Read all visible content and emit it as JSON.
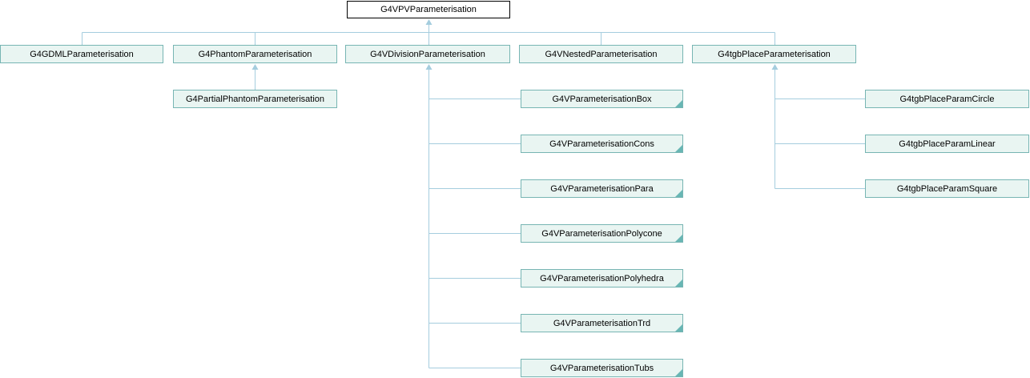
{
  "colors": {
    "edge": "#a5cdde",
    "node-border": "#77b5b3",
    "node-fill": "#e9f5f2",
    "fold": "#68b6b4",
    "root-border": "#000000",
    "root-fill": "#ffffff",
    "text": "#000000",
    "background": "#ffffff"
  },
  "diagram_type": "class-inheritance-graph",
  "nodes": {
    "root": {
      "label": "G4VPVParameterisation"
    },
    "gdml": {
      "label": "G4GDMLParameterisation"
    },
    "phantom": {
      "label": "G4PhantomParameterisation"
    },
    "division": {
      "label": "G4VDivisionParameterisation"
    },
    "nested": {
      "label": "G4VNestedParameterisation"
    },
    "tgbplace": {
      "label": "G4tgbPlaceParameterisation"
    },
    "partialphantom": {
      "label": "G4PartialPhantomParameterisation"
    },
    "pbox": {
      "label": "G4VParameterisationBox"
    },
    "pcons": {
      "label": "G4VParameterisationCons"
    },
    "ppara": {
      "label": "G4VParameterisationPara"
    },
    "ppolycone": {
      "label": "G4VParameterisationPolycone"
    },
    "ppolyhedra": {
      "label": "G4VParameterisationPolyhedra"
    },
    "ptrd": {
      "label": "G4VParameterisationTrd"
    },
    "ptubs": {
      "label": "G4VParameterisationTubs"
    },
    "tgbcircle": {
      "label": "G4tgbPlaceParamCircle"
    },
    "tgblinear": {
      "label": "G4tgbPlaceParamLinear"
    },
    "tgbsquare": {
      "label": "G4tgbPlaceParamSquare"
    }
  },
  "hierarchy": {
    "G4VPVParameterisation": [
      "G4GDMLParameterisation",
      "G4PhantomParameterisation",
      "G4VDivisionParameterisation",
      "G4VNestedParameterisation",
      "G4tgbPlaceParameterisation"
    ],
    "G4PhantomParameterisation": [
      "G4PartialPhantomParameterisation"
    ],
    "G4VDivisionParameterisation": [
      "G4VParameterisationBox",
      "G4VParameterisationCons",
      "G4VParameterisationPara",
      "G4VParameterisationPolycone",
      "G4VParameterisationPolyhedra",
      "G4VParameterisationTrd",
      "G4VParameterisationTubs"
    ],
    "G4tgbPlaceParameterisation": [
      "G4tgbPlaceParamCircle",
      "G4tgbPlaceParamLinear",
      "G4tgbPlaceParamSquare"
    ],
    "has_hidden_subclasses": [
      "G4VParameterisationBox",
      "G4VParameterisationCons",
      "G4VParameterisationPara",
      "G4VParameterisationPolycone",
      "G4VParameterisationPolyhedra",
      "G4VParameterisationTrd",
      "G4VParameterisationTubs"
    ]
  }
}
